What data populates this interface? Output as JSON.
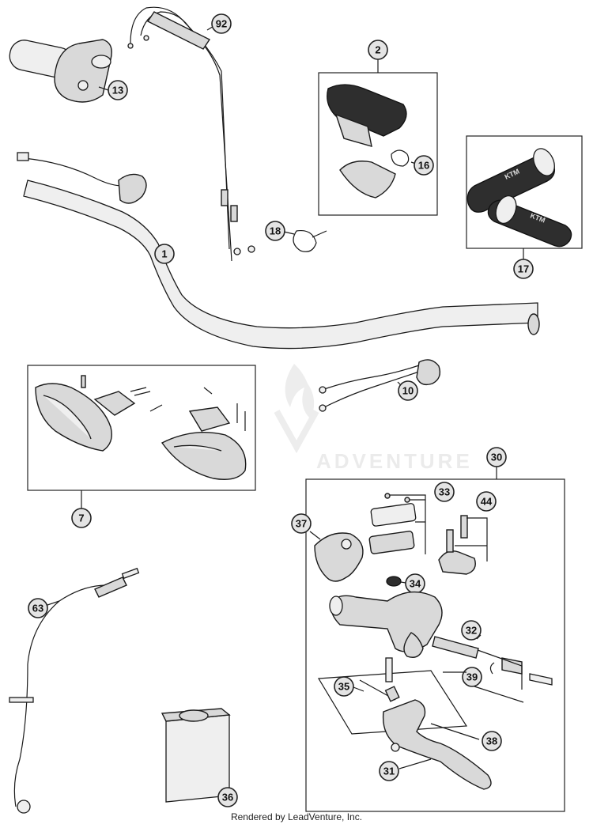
{
  "callouts": {
    "c1": "1",
    "c2": "2",
    "c7": "7",
    "c10": "10",
    "c13": "13",
    "c16": "16",
    "c17": "17",
    "c18": "18",
    "c30": "30",
    "c31": "31",
    "c32": "32",
    "c33": "33",
    "c34": "34",
    "c35": "35",
    "c36": "36",
    "c37": "37",
    "c38": "38",
    "c39": "39",
    "c44": "44",
    "c63": "63",
    "c92": "92"
  },
  "watermark": "ADVENTURE",
  "grip_logo": "KTM",
  "footer": "Rendered by LeadVenture, Inc."
}
